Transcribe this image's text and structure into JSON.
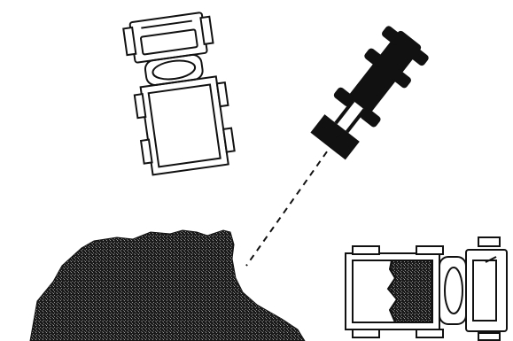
{
  "scene": {
    "objects": [
      {
        "id": "empty-dump-truck",
        "kind": "dump-truck",
        "state": "empty"
      },
      {
        "id": "wheel-loader",
        "kind": "wheel-loader"
      },
      {
        "id": "material-pile",
        "kind": "stockpile"
      },
      {
        "id": "loaded-dump-truck",
        "kind": "dump-truck",
        "state": "loaded"
      }
    ],
    "connector": {
      "from": "wheel-loader",
      "to": "material-pile",
      "style": "dashed"
    },
    "colors": {
      "ink": "#111111",
      "fill_dark": "#1a1a1a",
      "background": "#ffffff"
    }
  }
}
